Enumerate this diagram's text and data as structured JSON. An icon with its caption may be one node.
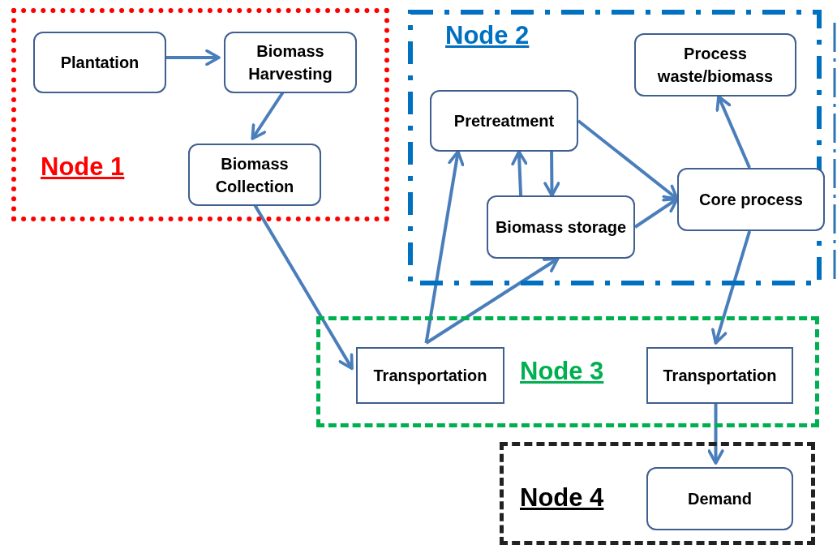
{
  "diagram": {
    "nodes": [
      {
        "text": [
          "Node 1"
        ]
      },
      {
        "text": [
          "Plantation"
        ],
        "in": 0
      },
      {
        "text": [
          "Biomass Harvesting"
        ],
        "in": 0
      },
      {
        "text": [
          "Biomass Collection"
        ],
        "in": 0
      },
      {
        "text": [
          "Node 2"
        ]
      },
      {
        "text": [
          "Pretreatment"
        ],
        "in": 4
      },
      {
        "text": [
          "Process waste/biomass"
        ],
        "in": 4
      },
      {
        "text": [
          "Biomass storage"
        ],
        "in": 4
      },
      {
        "text": [
          "Core process"
        ],
        "in": 4
      },
      {
        "text": [
          "Node 3"
        ]
      },
      {
        "text": [
          "Transportation"
        ],
        "in": 9
      },
      {
        "text": [
          "Transportation"
        ],
        "in": 9
      },
      {
        "text": [
          "Node 4"
        ]
      },
      {
        "text": [
          "Demand"
        ],
        "in": 12
      }
    ],
    "edges": [
      {
        "from": 1,
        "to": 2,
        "arrow": "to"
      },
      {
        "from": 2,
        "to": 3,
        "arrow": "to"
      },
      {
        "from": 3,
        "to": 10,
        "arrow": "to"
      },
      {
        "from": 10,
        "to": 5,
        "arrow": "to"
      },
      {
        "from": 10,
        "to": 7,
        "arrow": "to"
      },
      {
        "from": 7,
        "to": 5,
        "arrow": "to"
      },
      {
        "from": 5,
        "to": 7,
        "arrow": "to"
      },
      {
        "from": 5,
        "to": 8,
        "arrow": "to"
      },
      {
        "from": 7,
        "to": 8,
        "arrow": "to"
      },
      {
        "from": 8,
        "to": 6,
        "arrow": "to"
      },
      {
        "from": 8,
        "to": 11,
        "arrow": "to"
      },
      {
        "from": 11,
        "to": 13,
        "arrow": "to"
      }
    ]
  }
}
